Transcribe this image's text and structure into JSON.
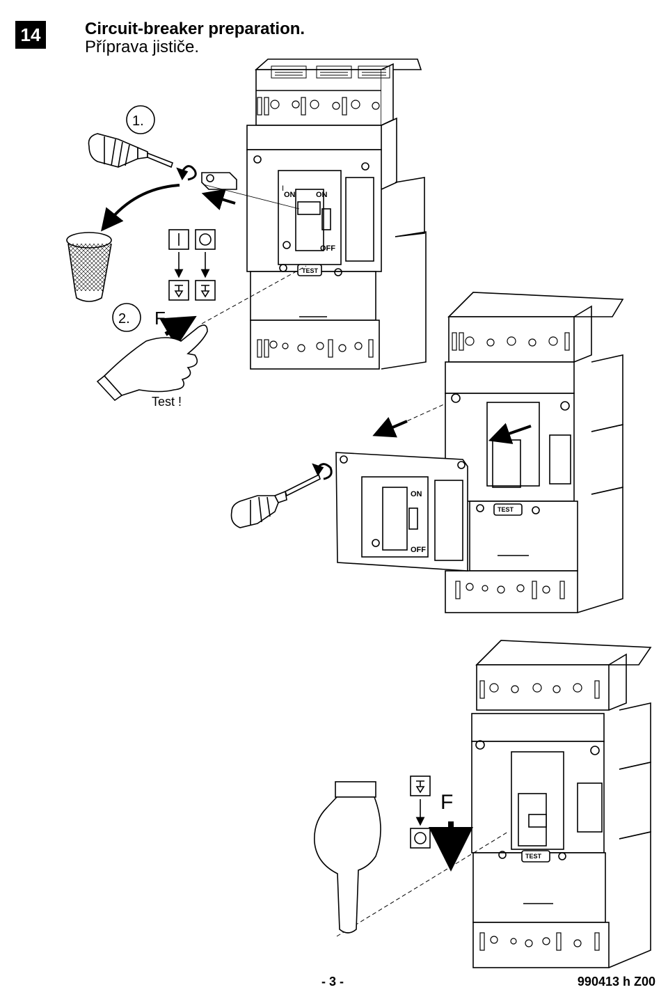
{
  "header": {
    "step_number": "14",
    "title_en": "Circuit-breaker preparation.",
    "title_cz": "Příprava jističe."
  },
  "labels": {
    "step1": "1.",
    "step2": "2.",
    "force_f": "F",
    "test_exclaim": "Test !",
    "test_button": "TEST",
    "on": "ON",
    "off": "OFF",
    "pos_i": "I"
  },
  "footer": {
    "page_number": "- 3 -",
    "doc_code": "990413 h  Z00"
  }
}
